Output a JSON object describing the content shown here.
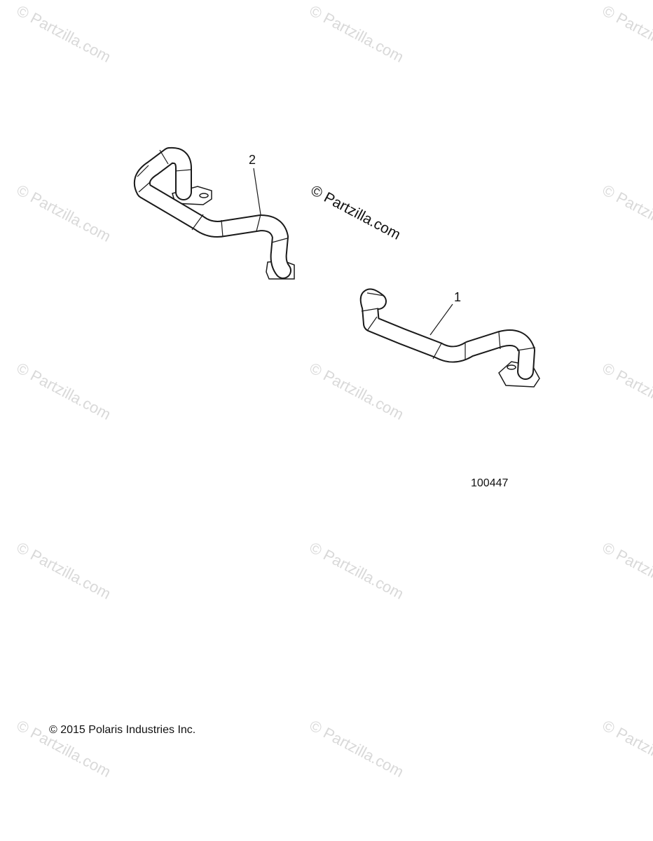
{
  "diagram": {
    "watermark_text": "© Partzilla.com",
    "center_watermark_text": "© Partzilla.com",
    "callouts": [
      {
        "label": "2"
      },
      {
        "label": "1"
      }
    ],
    "reference_number": "100447",
    "copyright": "© 2015 Polaris Industries Inc."
  }
}
